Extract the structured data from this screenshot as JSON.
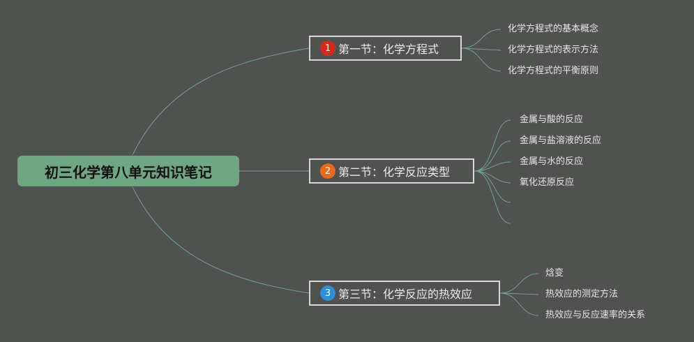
{
  "root": {
    "label": "初三化学第八单元知识笔记"
  },
  "branches": [
    {
      "badge": "1",
      "badge_color": "#d42a1a",
      "label": "第一节：化学方程式",
      "children": [
        "化学方程式的基本概念",
        "化学方程式的表示方法",
        "化学方程式的平衡原则"
      ]
    },
    {
      "badge": "2",
      "badge_color": "#e66a1f",
      "label": "第二节：化学反应类型",
      "children": [
        "金属与酸的反应",
        "金属与盐溶液的反应",
        "金属与水的反应",
        "氧化还原反应",
        "",
        ""
      ]
    },
    {
      "badge": "3",
      "badge_color": "#2e8fd6",
      "label": "第三节：化学反应的热效应",
      "children": [
        "焓变",
        "热效应的测定方法",
        "热效应与反应速率的关系"
      ]
    }
  ],
  "colors": {
    "background": "#50524f",
    "root_fill": "#71a682",
    "connector": "#6fa89a",
    "topic_border": "#d8d8d8"
  }
}
